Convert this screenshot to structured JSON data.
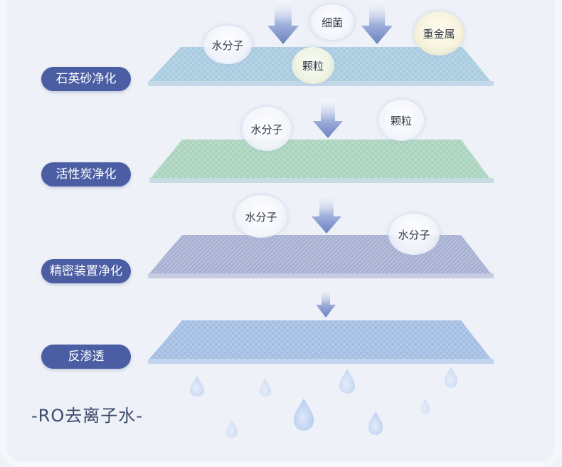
{
  "stages": [
    {
      "label": "石英砂净化",
      "color": "#a8cbe0"
    },
    {
      "label": "活性炭净化",
      "color": "#a9d3bc"
    },
    {
      "label": "精密装置净化",
      "color": "#a7b0d2"
    },
    {
      "label": "反渗透",
      "color": "#a2bde3"
    }
  ],
  "bubbles": {
    "stage1": {
      "water": "水分子",
      "bacteria": "细菌",
      "metal": "重金属",
      "particle": "颗粒"
    },
    "stage2": {
      "water": "水分子",
      "particle": "颗粒"
    },
    "stage3": {
      "water_left": "水分子",
      "water_right": "水分子"
    }
  },
  "footer": "-RO去离子水-",
  "colors": {
    "label_bg": "#4b5ea3",
    "arrow": "#7b90c6",
    "drop": "#b7d0f2",
    "background": "#eef1f7"
  }
}
